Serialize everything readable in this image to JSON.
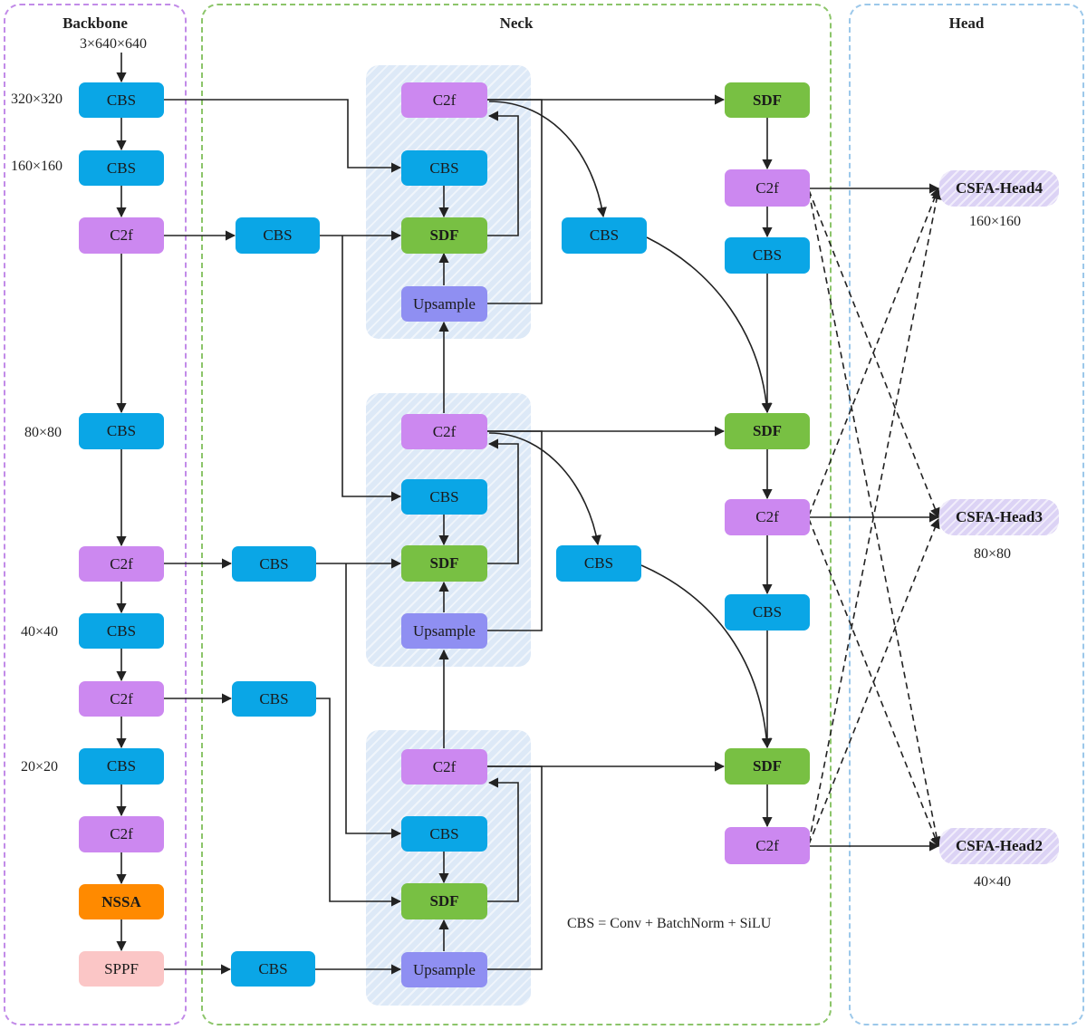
{
  "regions": {
    "backbone": "Backbone",
    "neck": "Neck",
    "head": "Head"
  },
  "labels": {
    "input": "3×640×640",
    "s320": "320×320",
    "s160": "160×160",
    "s80": "80×80",
    "s40": "40×40",
    "s20": "20×20",
    "head4_size": "160×160",
    "head3_size": "80×80",
    "head2_size": "40×40",
    "legend": "CBS = Conv + BatchNorm + SiLU"
  },
  "nodes": {
    "cbs": "CBS",
    "c2f": "C2f",
    "sdf": "SDF",
    "upsample": "Upsample",
    "nssa": "NSSA",
    "sppf": "SPPF",
    "head4": "CSFA-Head4",
    "head3": "CSFA-Head3",
    "head2": "CSFA-Head2"
  },
  "colors": {
    "cbs": "#0aa6e6",
    "c2f": "#cc88f0",
    "sdf": "#78c043",
    "upsample": "#8f8ff2",
    "nssa": "#ff8a00",
    "sppf": "#fbc6c6",
    "head": "#dcd3f5",
    "backbone_border": "#c28be8",
    "neck_border": "#8cc56a",
    "head_border": "#9cc8ea"
  }
}
